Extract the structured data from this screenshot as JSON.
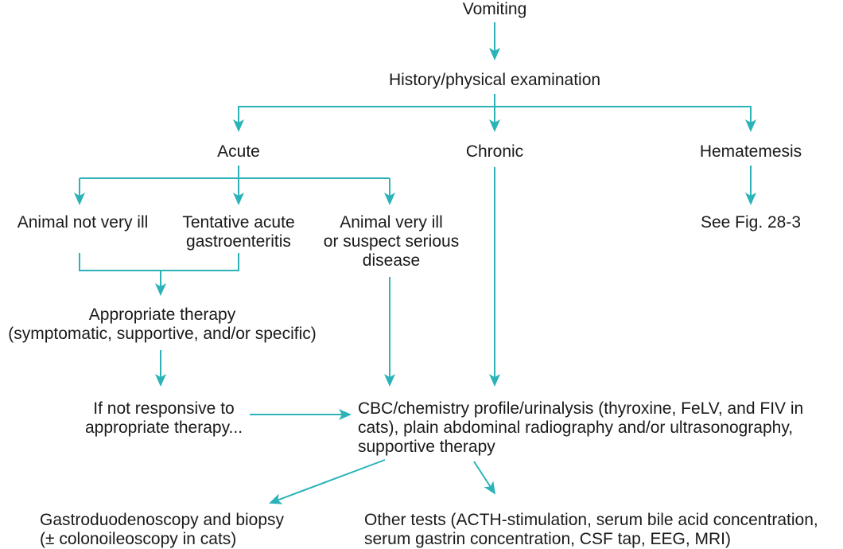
{
  "colors": {
    "arrow": "#2bb3b8",
    "text": "#1a1a1a",
    "background": "#ffffff"
  },
  "nodes": {
    "vomiting": [
      "Vomiting"
    ],
    "history": [
      "History/physical examination"
    ],
    "acute": [
      "Acute"
    ],
    "chronic": [
      "Chronic"
    ],
    "hematemesis": [
      "Hematemesis"
    ],
    "see_fig": [
      "See Fig. 28-3"
    ],
    "not_very_ill": [
      "Animal not very ill"
    ],
    "tentative": [
      "Tentative acute",
      "gastroenteritis"
    ],
    "very_ill": [
      "Animal very ill",
      "or suspect serious",
      "disease"
    ],
    "therapy": [
      "Appropriate therapy",
      "(symptomatic, supportive, and/or specific)"
    ],
    "not_responsive": [
      "If not responsive to",
      "appropriate therapy..."
    ],
    "cbc": [
      "CBC/chemistry profile/urinalysis (thyroxine, FeLV, and FIV in",
      "cats), plain abdominal radiography and/or ultrasonography,",
      "supportive therapy"
    ],
    "gastro": [
      "Gastroduodenoscopy and biopsy",
      "(± colonoileoscopy in cats)"
    ],
    "other": [
      "Other tests (ACTH-stimulation, serum bile acid concentration,",
      "serum gastrin concentration, CSF tap, EEG, MRI)"
    ]
  }
}
